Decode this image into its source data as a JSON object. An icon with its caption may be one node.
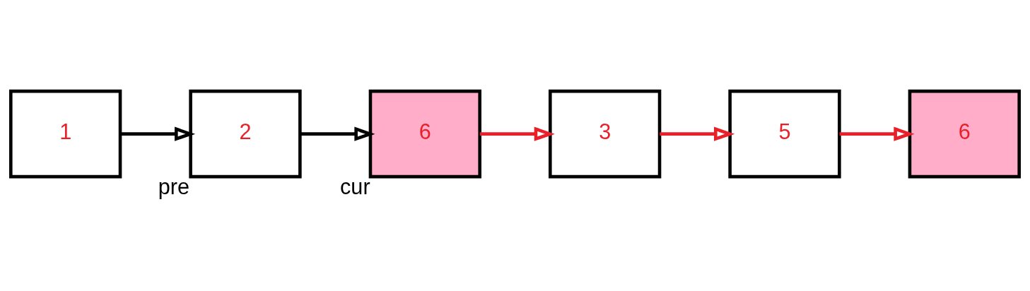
{
  "diagram": {
    "nodes": [
      {
        "text": [
          "1"
        ]
      },
      {
        "text": [
          "2"
        ],
        "beside": [
          "pre"
        ]
      },
      {
        "text": [
          "6"
        ],
        "beside": [
          "cur"
        ]
      },
      {
        "text": [
          "3"
        ]
      },
      {
        "text": [
          "5"
        ]
      },
      {
        "text": [
          "6"
        ]
      }
    ],
    "edges": [
      {
        "from": 0,
        "to": 1,
        "arrow": "to",
        "color": "#000000"
      },
      {
        "from": 1,
        "to": 2,
        "arrow": "to",
        "color": "#000000"
      },
      {
        "from": 2,
        "to": 3,
        "arrow": "to"
      },
      {
        "from": 3,
        "to": 4,
        "arrow": "to"
      },
      {
        "from": 4,
        "to": 5,
        "arrow": "to"
      }
    ]
  }
}
